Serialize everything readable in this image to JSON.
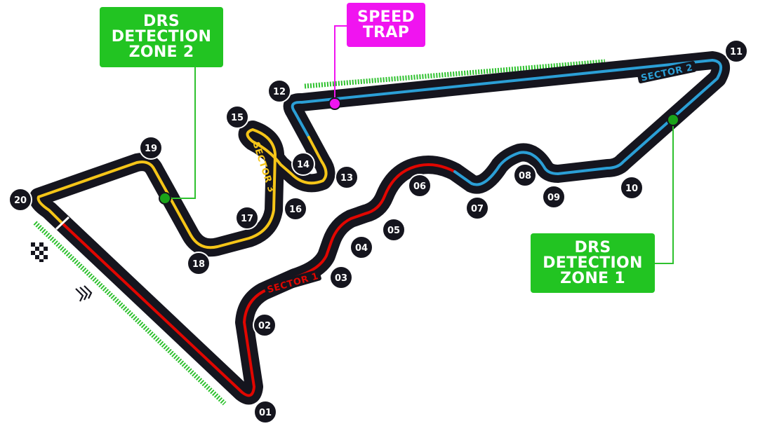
{
  "colors": {
    "track": "#15151e",
    "sector1": "#e10600",
    "sector2": "#2b9fd6",
    "sector3": "#f5c518",
    "drs_zone": "#2ec12e",
    "drs_box": "#22c422",
    "speed_trap": "#f014f0",
    "label_text": "#ffffff"
  },
  "sectors": [
    {
      "label": "SECTOR 1",
      "color_key": "sector1"
    },
    {
      "label": "SECTOR 2",
      "color_key": "sector2"
    },
    {
      "label": "SECTOR 3",
      "color_key": "sector3"
    }
  ],
  "turns": [
    "01",
    "02",
    "03",
    "04",
    "05",
    "06",
    "07",
    "08",
    "09",
    "10",
    "11",
    "12",
    "13",
    "14",
    "15",
    "16",
    "17",
    "18",
    "19",
    "20"
  ],
  "callouts": {
    "drs_detection_zone_2": {
      "lines": [
        "DRS",
        "DETECTION",
        "ZONE 2"
      ]
    },
    "drs_detection_zone_1": {
      "lines": [
        "DRS",
        "DETECTION",
        "ZONE 1"
      ]
    },
    "speed_trap": {
      "lines": [
        "SPEED",
        "TRAP"
      ]
    }
  },
  "icons": {
    "start_finish": "checkered-flag-icon",
    "direction": "chevron-arrows-icon"
  }
}
